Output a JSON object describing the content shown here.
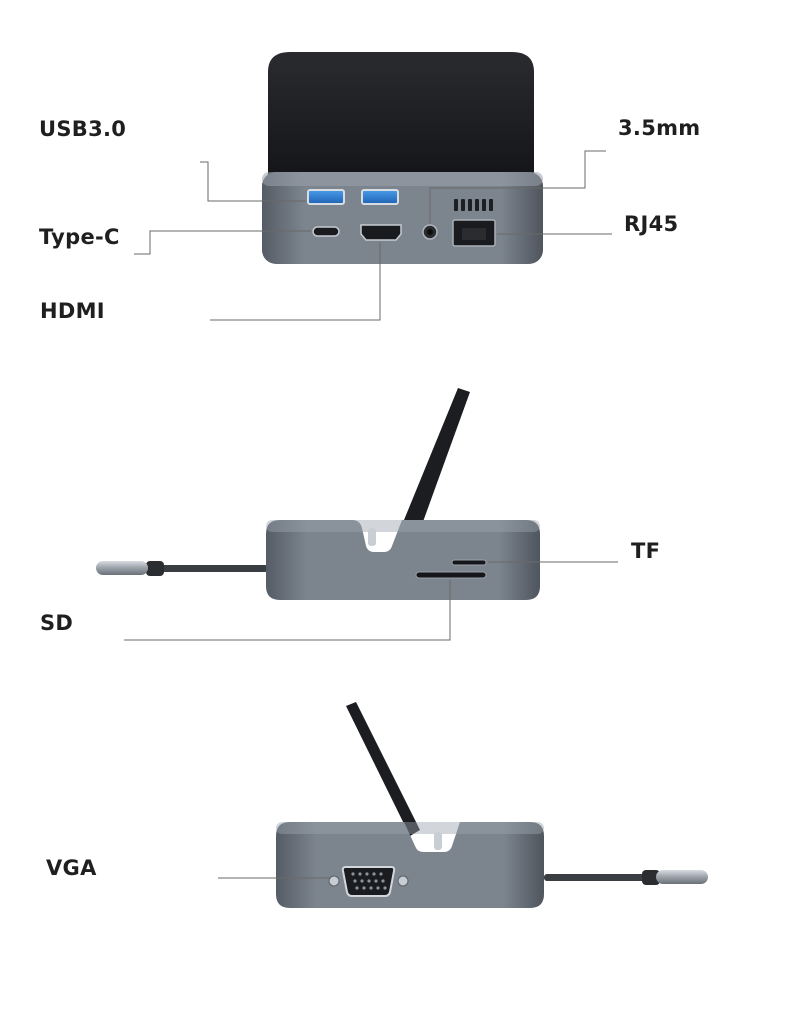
{
  "front_view": {
    "labels": {
      "usb": "USB3.0",
      "typec": "Type-C",
      "hdmi": "HDMI",
      "audio": "3.5mm",
      "rj45": "RJ45"
    }
  },
  "side_view": {
    "labels": {
      "tf": "TF",
      "sd": "SD"
    }
  },
  "back_view": {
    "labels": {
      "vga": "VGA"
    }
  },
  "colors": {
    "body": "#6f7782",
    "body_dark": "#3e444c",
    "stand": "#1c1d20",
    "usb_blue": "#2f7fd6",
    "leader_line": "#6a6a6a",
    "label_text": "#1f1f1f"
  }
}
